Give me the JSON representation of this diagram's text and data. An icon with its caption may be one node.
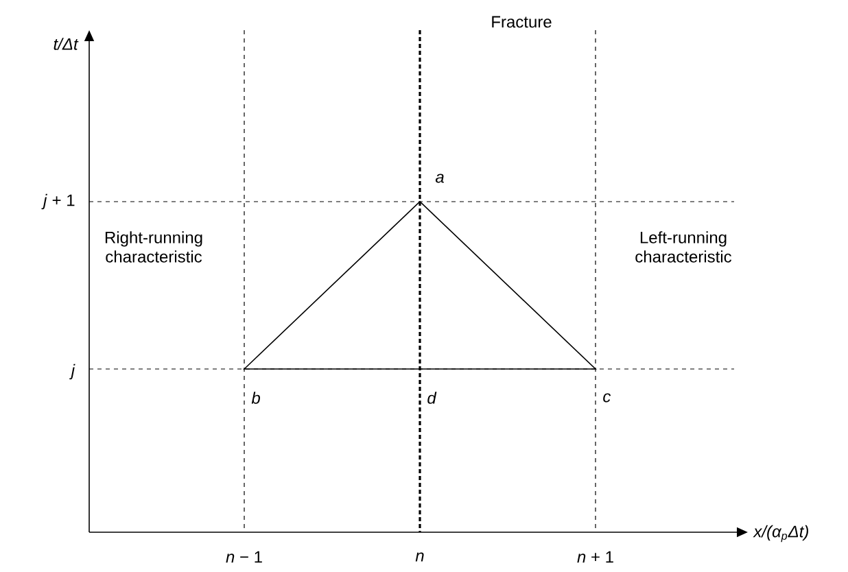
{
  "diagram": {
    "labels": [
      "Fracture",
      "t/Δt",
      "*a*",
      "*j* + 1",
      "Right-running characteristic",
      "Left-running characteristic",
      "*j*",
      "*b*",
      "*d*",
      "*c*",
      "*n* − 1",
      "*n*",
      "*n* + 1",
      "x/(α$_{p}$Δt)"
    ]
  }
}
